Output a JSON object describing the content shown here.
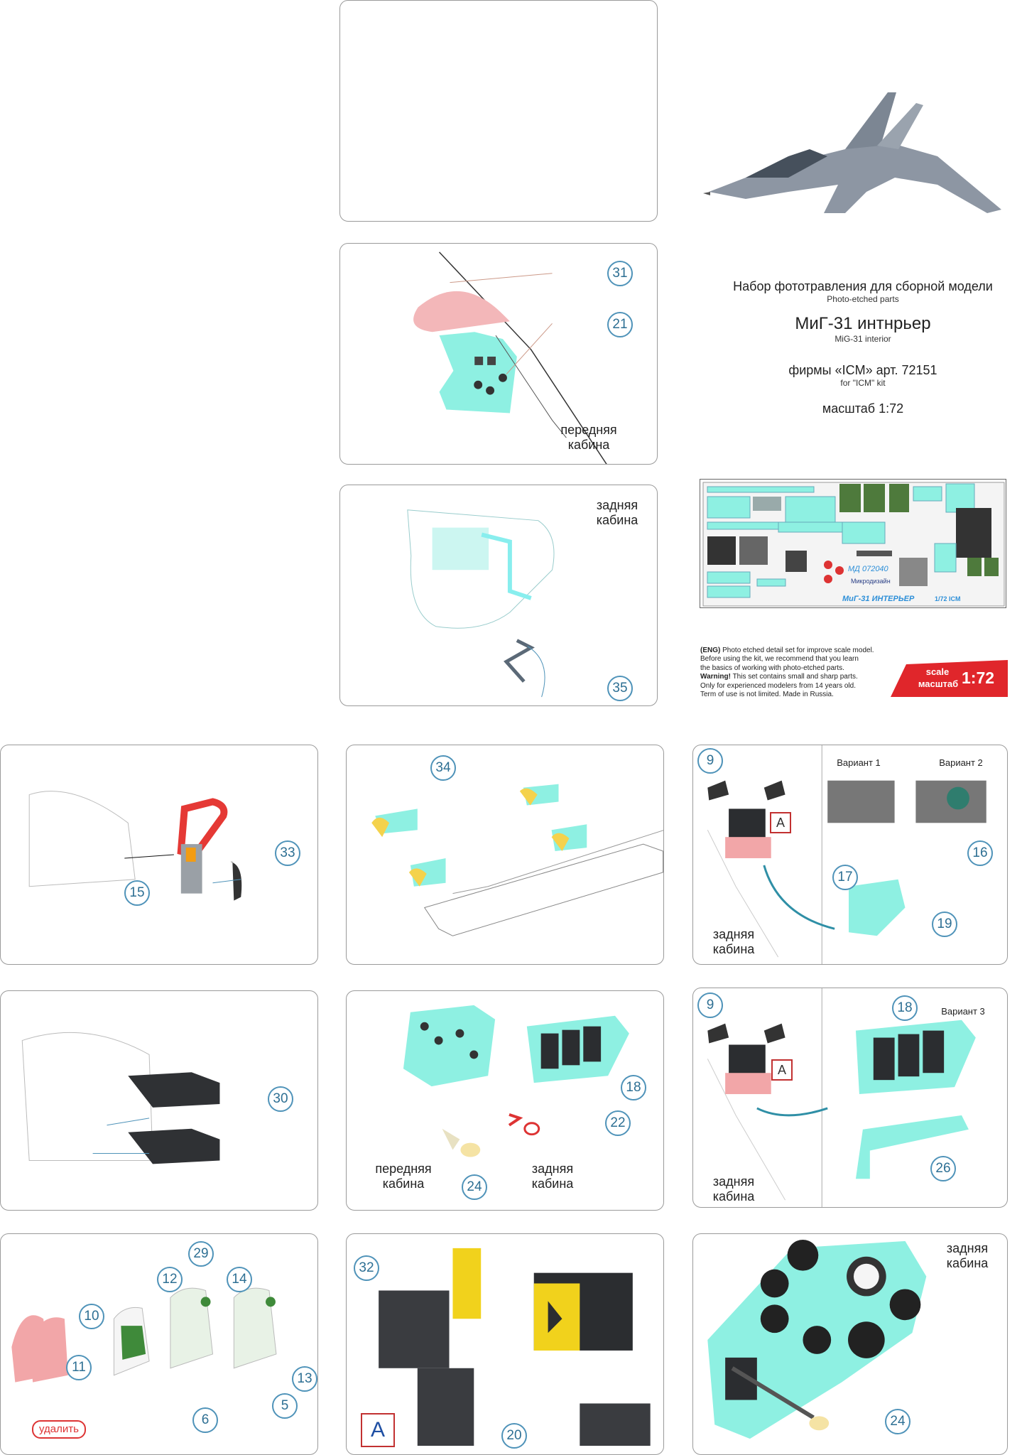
{
  "header": {
    "title_ru": "Набор фототравления для сборной модели",
    "title_en": "Photo-etched parts",
    "model_ru": "МиГ-31 интнрьер",
    "model_en": "MiG-31 interior",
    "firm_ru": "фирмы «ICM» арт. 72151",
    "firm_en": "for \"ICM\" kit",
    "scale_ru": "масштаб 1:72"
  },
  "fret": {
    "code": "МД 072040",
    "brand": "Микродизайн",
    "name": "МиГ-31 ИНТЕРЬЕР",
    "scale": "1/72 ICM"
  },
  "eng_note": {
    "tag": "(ENG)",
    "line1": " Photo etched detail set for improve scale model.",
    "line2": "Before using the kit, we recommend that you learn",
    "line3": "the basics of working with photo-etched parts.",
    "warn": "Warning!",
    "line4": " This set contains small and sharp parts.",
    "line5": "Only for experienced modelers from 14 years old.",
    "line6": "Term of use is not limited. Made in Russia."
  },
  "badge": {
    "scale_en": "scale",
    "scale_ru": "масштаб",
    "value": "1:72"
  },
  "labels": {
    "front_cabin_1": "передняя",
    "front_cabin_2": "кабина",
    "rear_cabin_1": "задняя",
    "rear_cabin_2": "кабина",
    "variant1": "Вариант 1",
    "variant2": "Вариант 2",
    "variant3": "Вариант 3",
    "remove": "удалить",
    "box_a": "A"
  },
  "callouts": {
    "c31": "31",
    "c21": "21",
    "c35": "35",
    "c33": "33",
    "c15": "15",
    "c34": "34",
    "c9a": "9",
    "c17": "17",
    "c16": "16",
    "c19": "19",
    "c30": "30",
    "c18a": "18",
    "c22": "22",
    "c24a": "24",
    "c9b": "9",
    "c18b": "18",
    "c26": "26",
    "c29": "29",
    "c12": "12",
    "c14": "14",
    "c10": "10",
    "c11": "11",
    "c6": "6",
    "c5": "5",
    "c13": "13",
    "c32": "32",
    "c20": "20",
    "c24b": "24"
  },
  "colors": {
    "panel_cyan": "#8ef0e2",
    "callout_blue": "#4f93b9",
    "accent_red": "#e53935",
    "seat_green": "#3f8a3a",
    "pink": "#f2a6a8",
    "dark_part": "#3a3c40",
    "yellow": "#f1d21c"
  }
}
